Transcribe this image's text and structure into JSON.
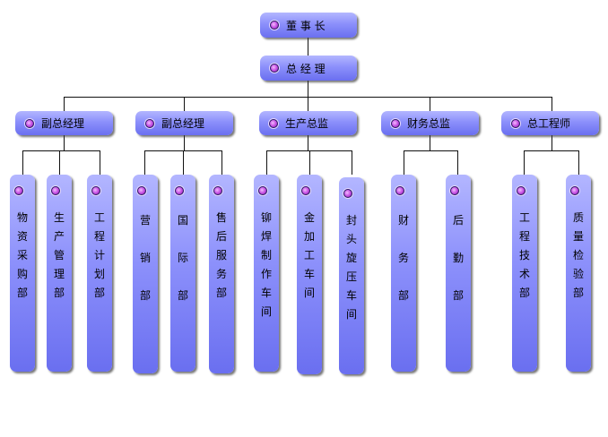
{
  "org_chart": {
    "chairman": "董 事 长",
    "general_manager": "总 经 理",
    "level2": [
      "副总经理",
      "副总经理",
      "生产总监",
      "财务总监",
      "总工程师"
    ],
    "departments": [
      "物资采购部",
      "生产管理部",
      "工程计划部",
      "营销部",
      "国际部",
      "售后服务部",
      "铆焊制作车间",
      "金加工车间",
      "封头旋压车间",
      "财务部",
      "后勤部",
      "工程技术部",
      "质量检验部"
    ]
  }
}
